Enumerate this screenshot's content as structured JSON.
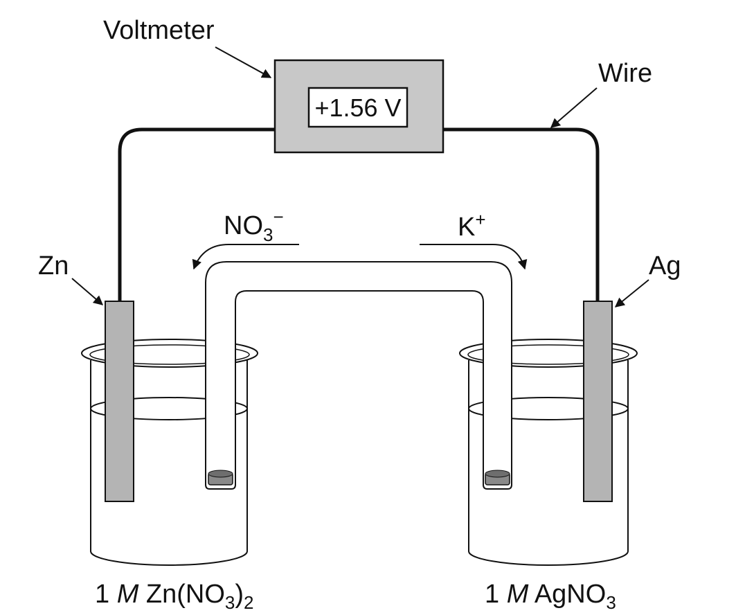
{
  "labels": {
    "voltmeter": "Voltmeter",
    "wire": "Wire",
    "reading": "+1.56 V",
    "anode": "Zn",
    "cathode": "Ag",
    "anion": {
      "base": "NO",
      "sub": "3",
      "sup": "−"
    },
    "cation": {
      "base": "K",
      "sup": "+"
    },
    "left_solution": {
      "pre": "1 ",
      "molar": "M",
      "mid": " Zn(NO",
      "sub1": "3",
      "close": ")",
      "sub2": "2"
    },
    "right_solution": {
      "pre": "1 ",
      "molar": "M",
      "mid": " AgNO",
      "sub1": "3"
    }
  },
  "colors": {
    "line": "#111111",
    "voltmeter_fill": "#c8c8c8",
    "electrode_fill": "#b4b4b4",
    "plug_fill": "#8a8a8a"
  }
}
